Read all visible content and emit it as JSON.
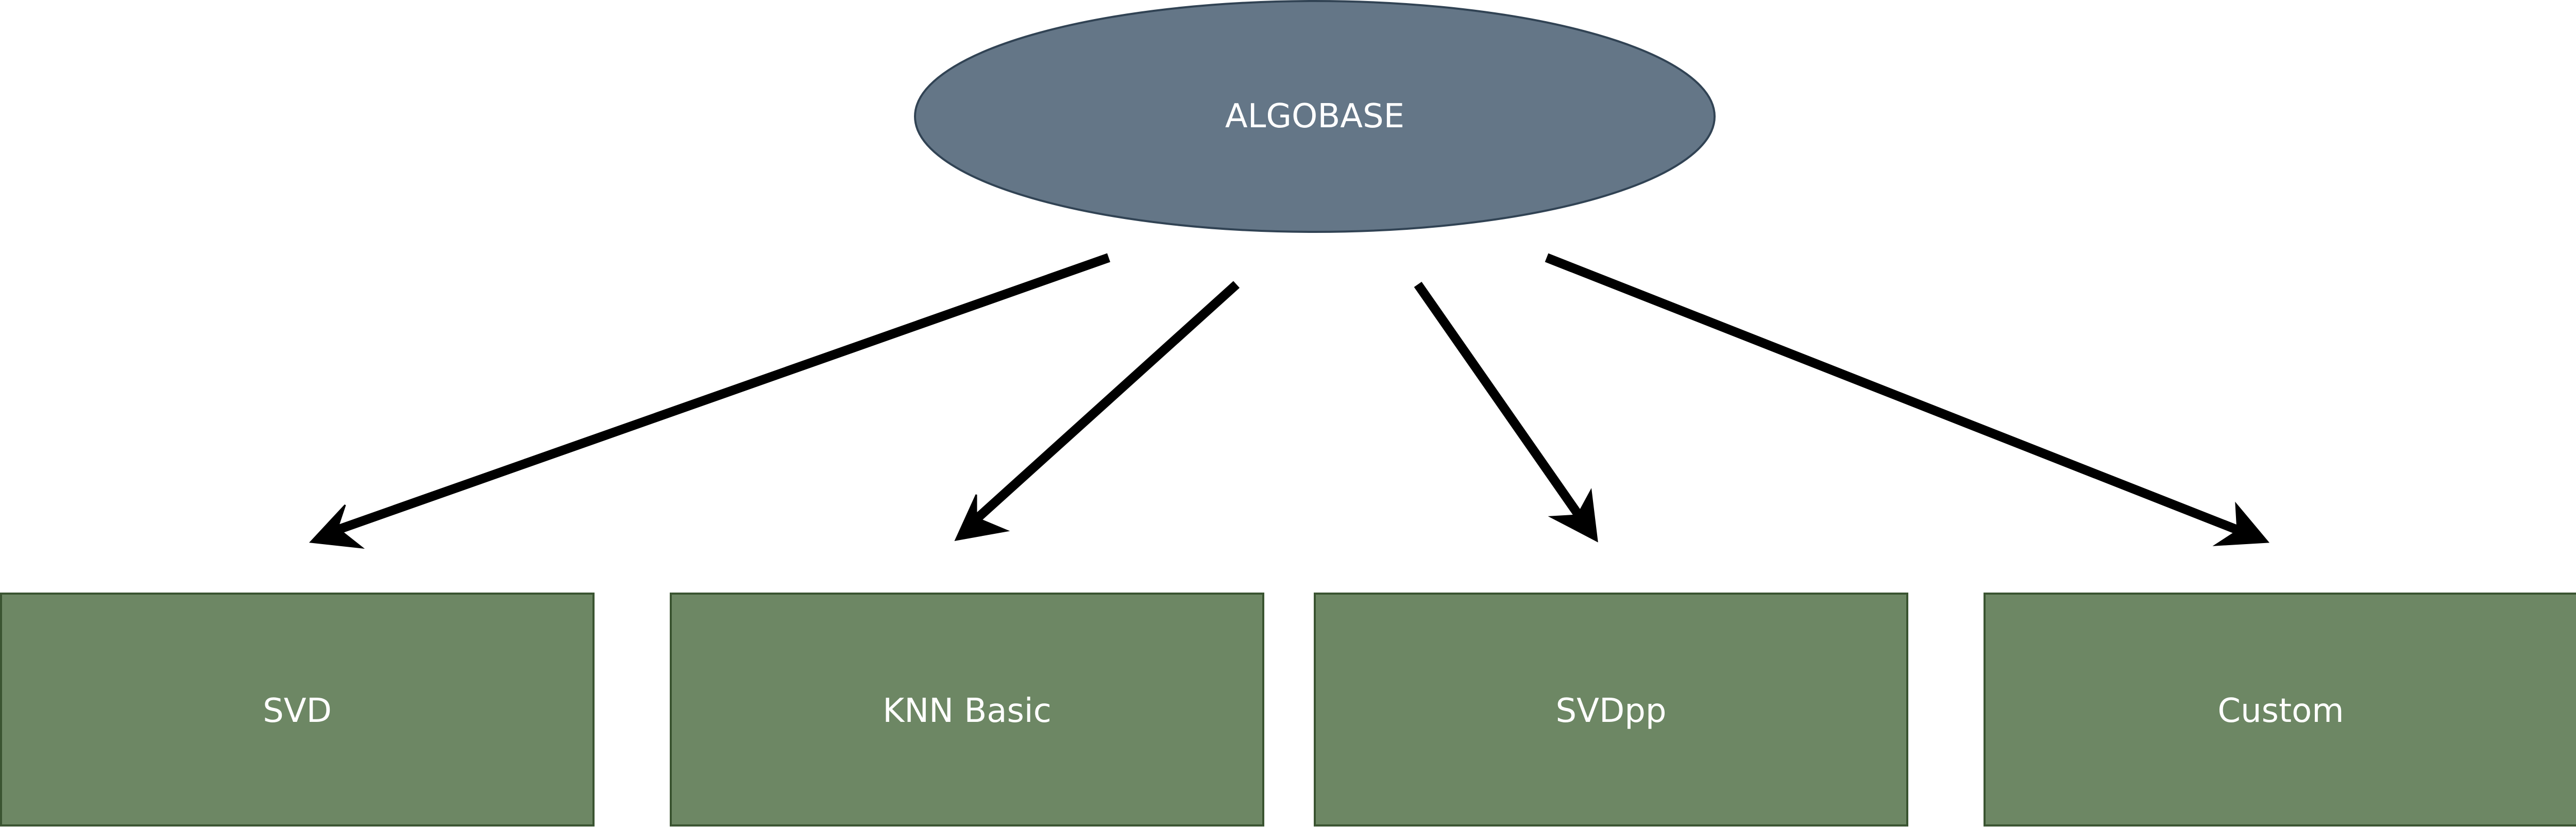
{
  "diagram": {
    "root": {
      "label": "ALGOBASE",
      "fill": "#647687",
      "stroke": "#314354"
    },
    "children": [
      {
        "label": "SVD",
        "fill": "#6d8764",
        "stroke": "#3a5431"
      },
      {
        "label": "KNN Basic",
        "fill": "#6d8764",
        "stroke": "#3a5431"
      },
      {
        "label": "SVDpp",
        "fill": "#6d8764",
        "stroke": "#3a5431"
      },
      {
        "label": "Custom",
        "fill": "#6d8764",
        "stroke": "#3a5431"
      }
    ],
    "edges": [
      {
        "from": "ALGOBASE",
        "to": "SVD"
      },
      {
        "from": "ALGOBASE",
        "to": "KNN Basic"
      },
      {
        "from": "ALGOBASE",
        "to": "SVDpp"
      },
      {
        "from": "ALGOBASE",
        "to": "Custom"
      }
    ],
    "edge_color": "#000000"
  }
}
